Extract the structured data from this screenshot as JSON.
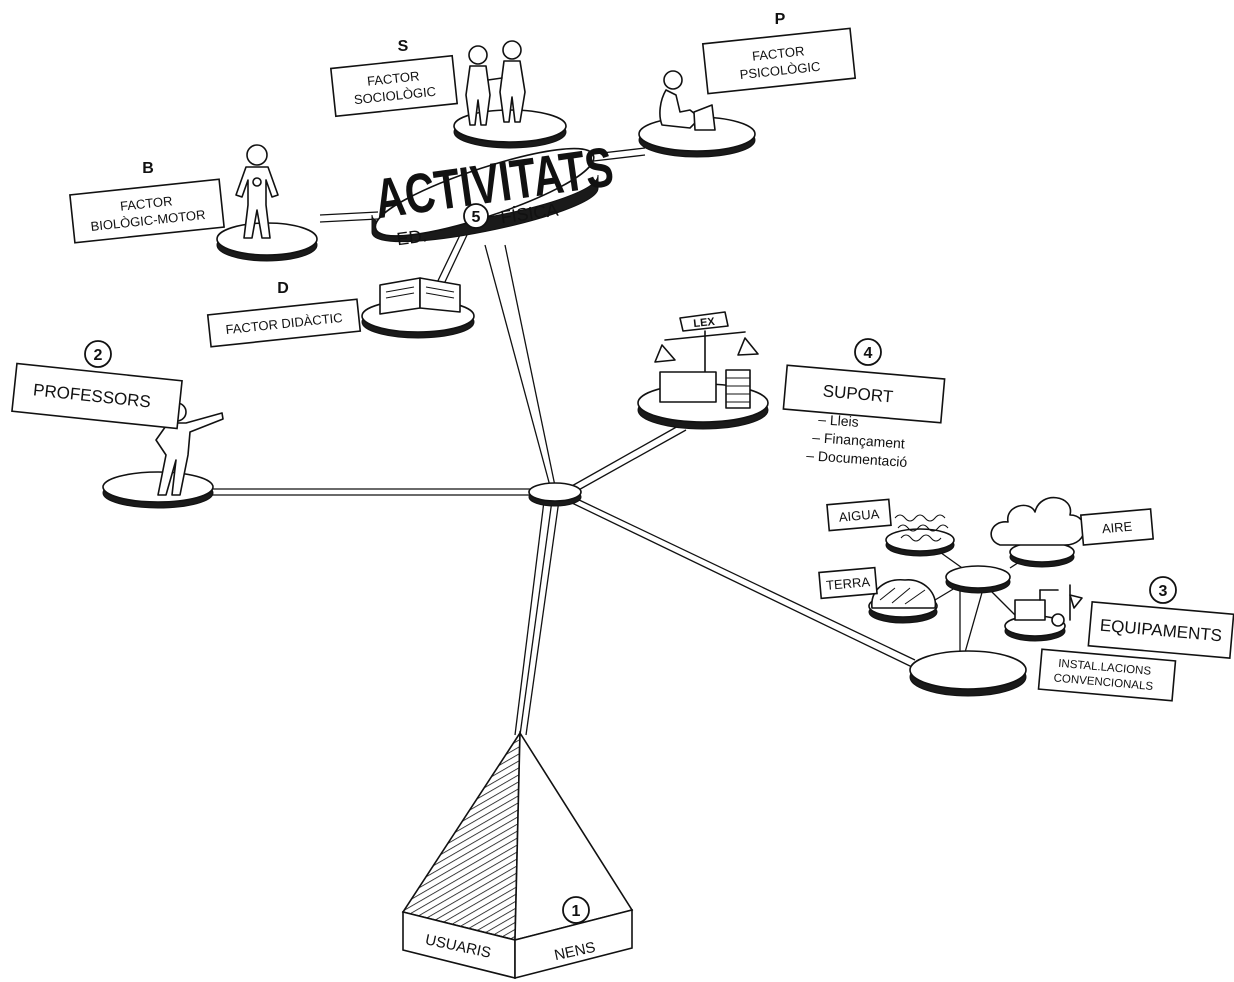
{
  "main_title": "ACTIVITATS",
  "activitats_subtitle": {
    "left": "ED.",
    "number": "5",
    "right": "FÍSICA"
  },
  "factors": {
    "S": {
      "letter": "S",
      "line1": "FACTOR",
      "line2": "SOCIOLÒGIC"
    },
    "P": {
      "letter": "P",
      "line1": "FACTOR",
      "line2": "PSICOLÒGIC"
    },
    "B": {
      "letter": "B",
      "line1": "FACTOR",
      "line2": "BIOLÒGIC-MOTOR"
    },
    "D": {
      "letter": "D",
      "line1": "FACTOR DIDÀCTIC"
    }
  },
  "professors": {
    "number": "2",
    "label": "PROFESSORS"
  },
  "suport": {
    "number": "4",
    "label": "SUPORT",
    "items": [
      "– Lleis",
      "– Finançament",
      "– Documentació"
    ],
    "lex": "LEX"
  },
  "equipaments": {
    "number": "3",
    "label": "EQUIPAMENTS",
    "aigua": "AIGUA",
    "aire": "AIRE",
    "terra": "TERRA",
    "instal_line1": "INSTAL.LACIONS",
    "instal_line2": "CONVENCIONALS"
  },
  "usuaris": {
    "number": "1",
    "left": "USUARIS",
    "right": "NENS"
  },
  "icons": [
    "person-icon",
    "two-people-icon",
    "thinker-icon",
    "book-icon",
    "teacher-pointing-icon",
    "scales-icon",
    "coin-stack-icon",
    "water-wave-icon",
    "cloud-icon",
    "rock-icon",
    "building-icon"
  ]
}
